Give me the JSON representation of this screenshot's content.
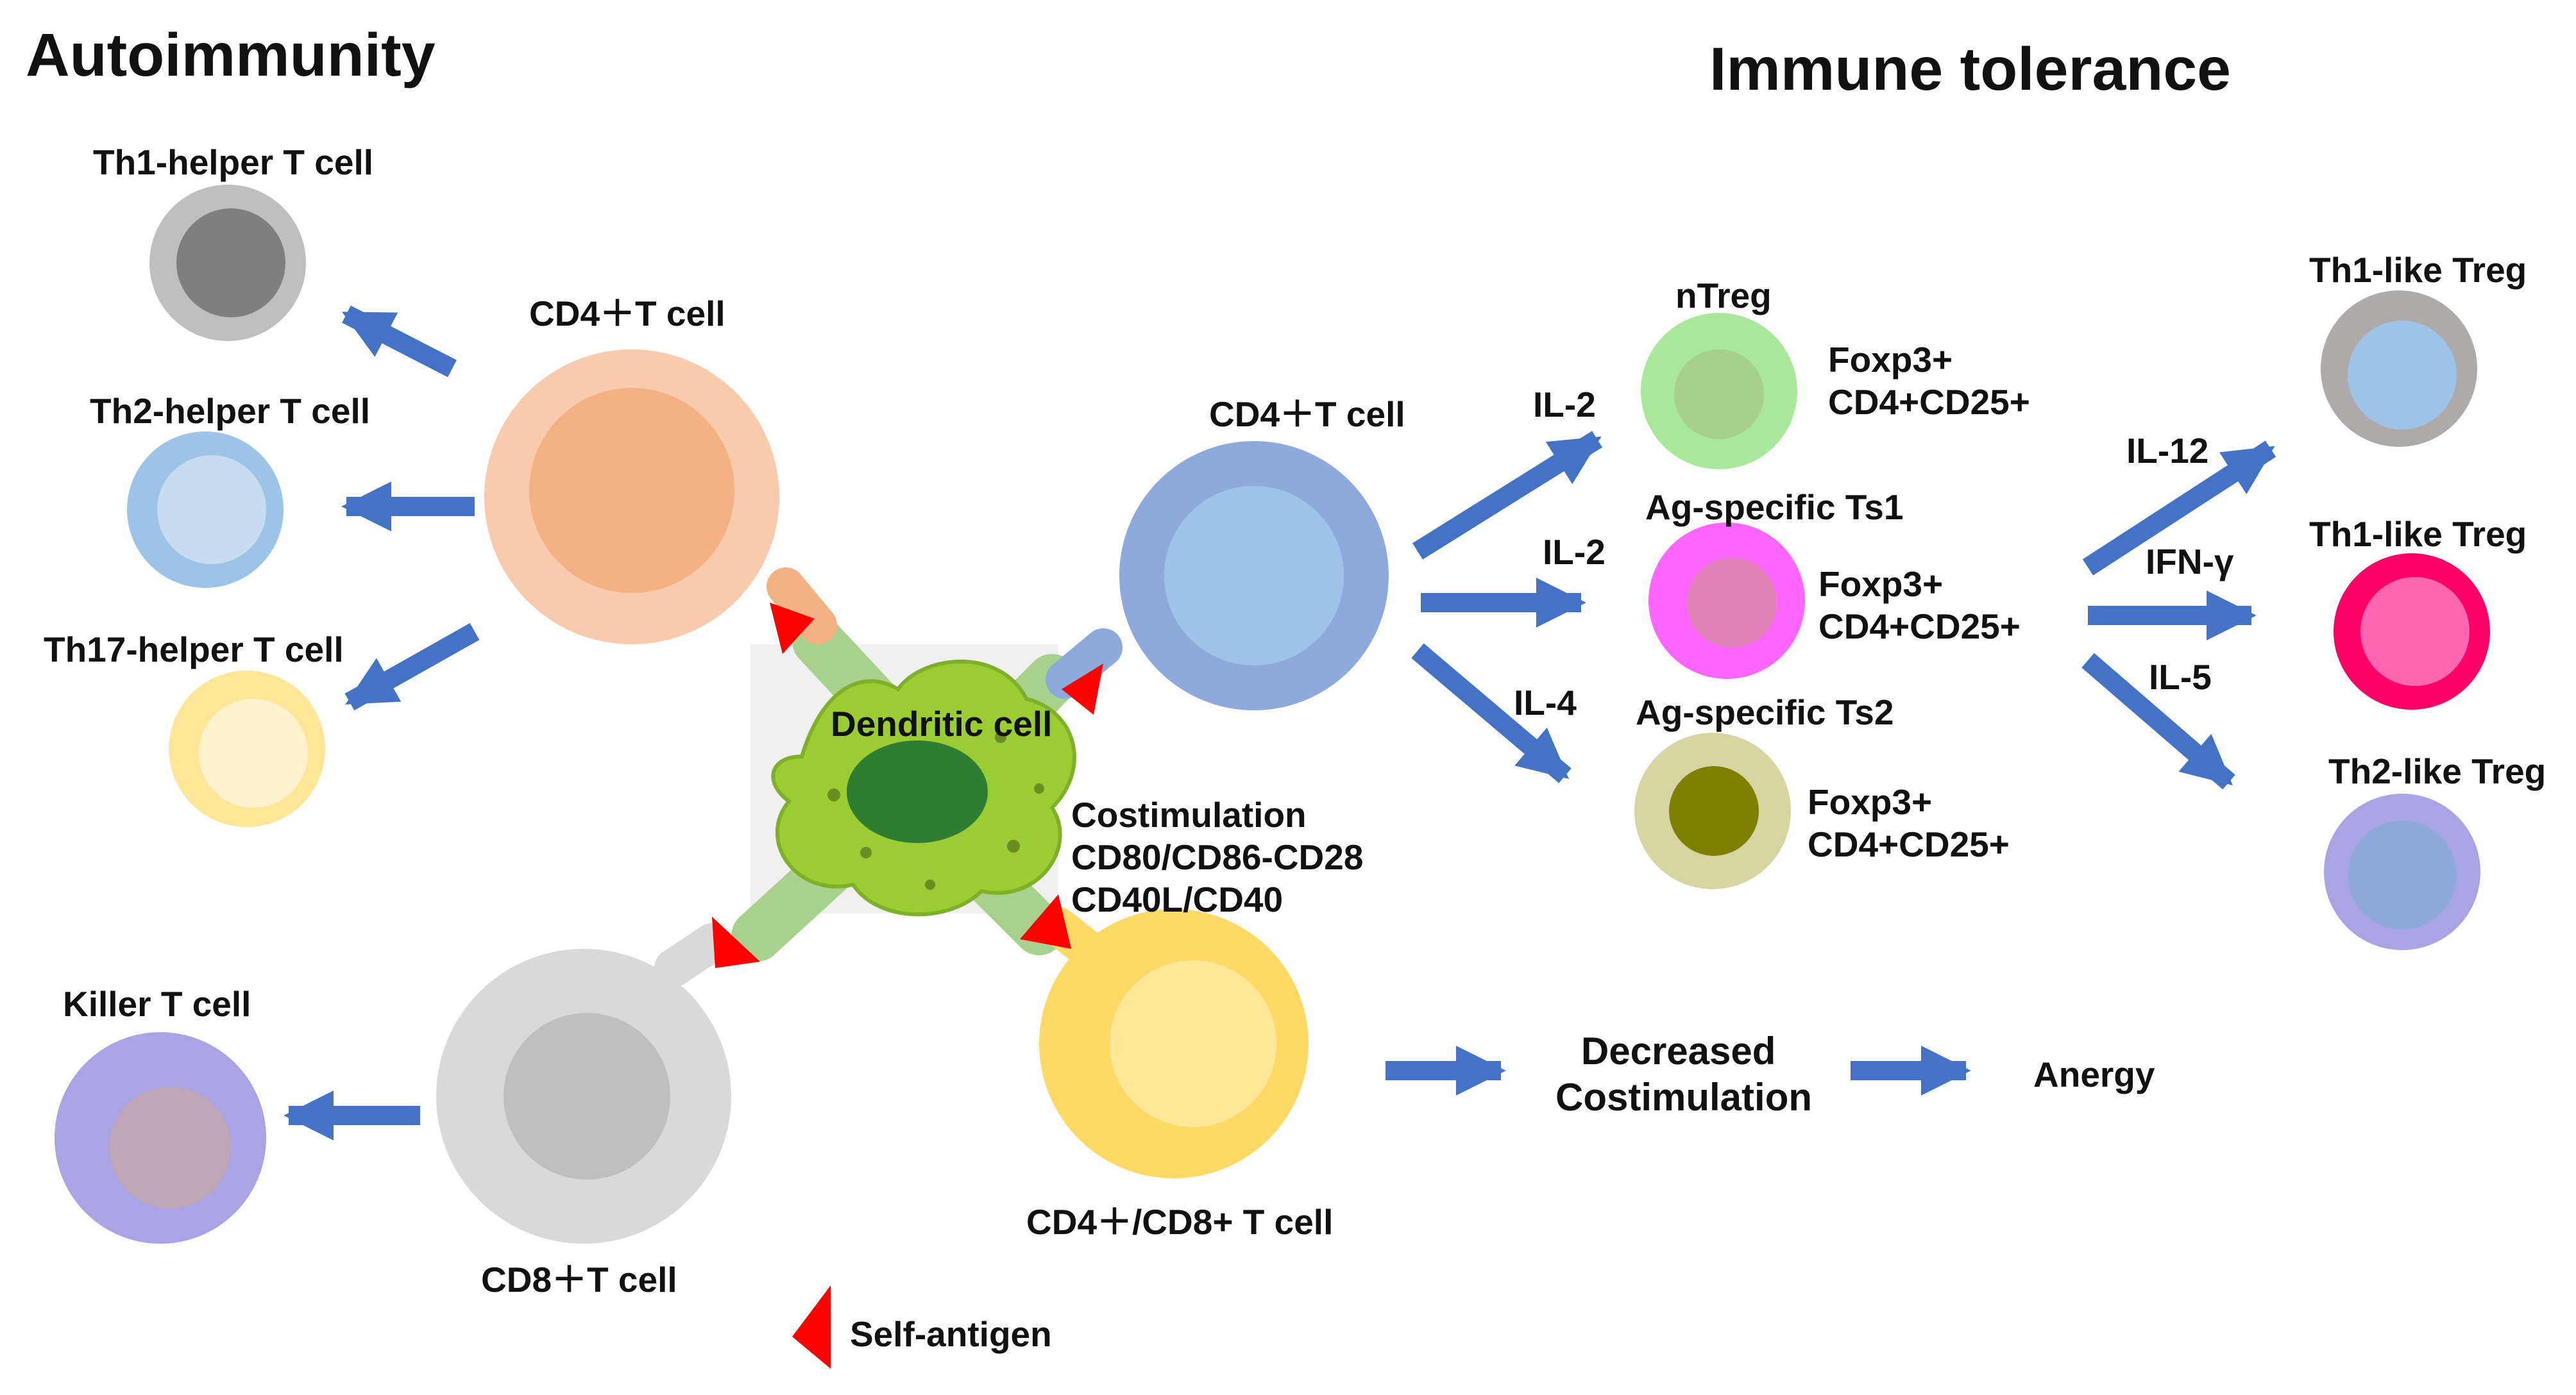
{
  "headings": {
    "left": "Autoimmunity",
    "right": "Immune tolerance"
  },
  "autoimmunity": {
    "th1_helper": "Th1-helper T cell",
    "th2_helper": "Th2-helper T cell",
    "th17_helper": "Th17-helper T cell",
    "cd4_t_cell": "CD4＋T cell",
    "killer_t_cell": "Killer T cell",
    "cd8_t_cell": "CD8＋T cell"
  },
  "center": {
    "dendritic_cell": "Dendritic cell",
    "costimulation": [
      "Costimulation",
      "CD80/CD86-CD28",
      "CD40L/CD40"
    ],
    "cd4_cd8_t_cell": "CD4＋/CD8+ T cell",
    "self_antigen": "Self-antigen"
  },
  "tolerance": {
    "cd4_t_cell": "CD4＋T cell",
    "cytokines": {
      "il2_a": "IL-2",
      "il2_b": "IL-2",
      "il4": "IL-4",
      "il12": "IL-12",
      "ifn": "IFN-γ",
      "il5": "IL-5"
    },
    "ntreg": "nTreg",
    "ntreg_markers": [
      "Foxp3+",
      "CD4+CD25+"
    ],
    "ts1": "Ag-specific Ts1",
    "ts1_markers": [
      "Foxp3+",
      "CD4+CD25+"
    ],
    "ts2": "Ag-specific Ts2",
    "ts2_markers": [
      "Foxp3+",
      "CD4+CD25+"
    ],
    "th1_like_treg_a": "Th1-like Treg",
    "th1_like_treg_b": "Th1-like Treg",
    "th2_like_treg": "Th2-like Treg",
    "decreased_costimulation": [
      "Decreased",
      "Costimulation"
    ],
    "anergy": "Anergy"
  },
  "colors": {
    "arrow": "#4472C4",
    "self_antigen": "#FF0000",
    "dendritic_body": "#9ACD32",
    "dendritic_nucleus": "#2E7D32",
    "cd4_left": "#F4B183",
    "cd4_right": "#8EA9DB",
    "cd8": "#D9D9D9",
    "cd4_cd8": "#FFD966"
  }
}
